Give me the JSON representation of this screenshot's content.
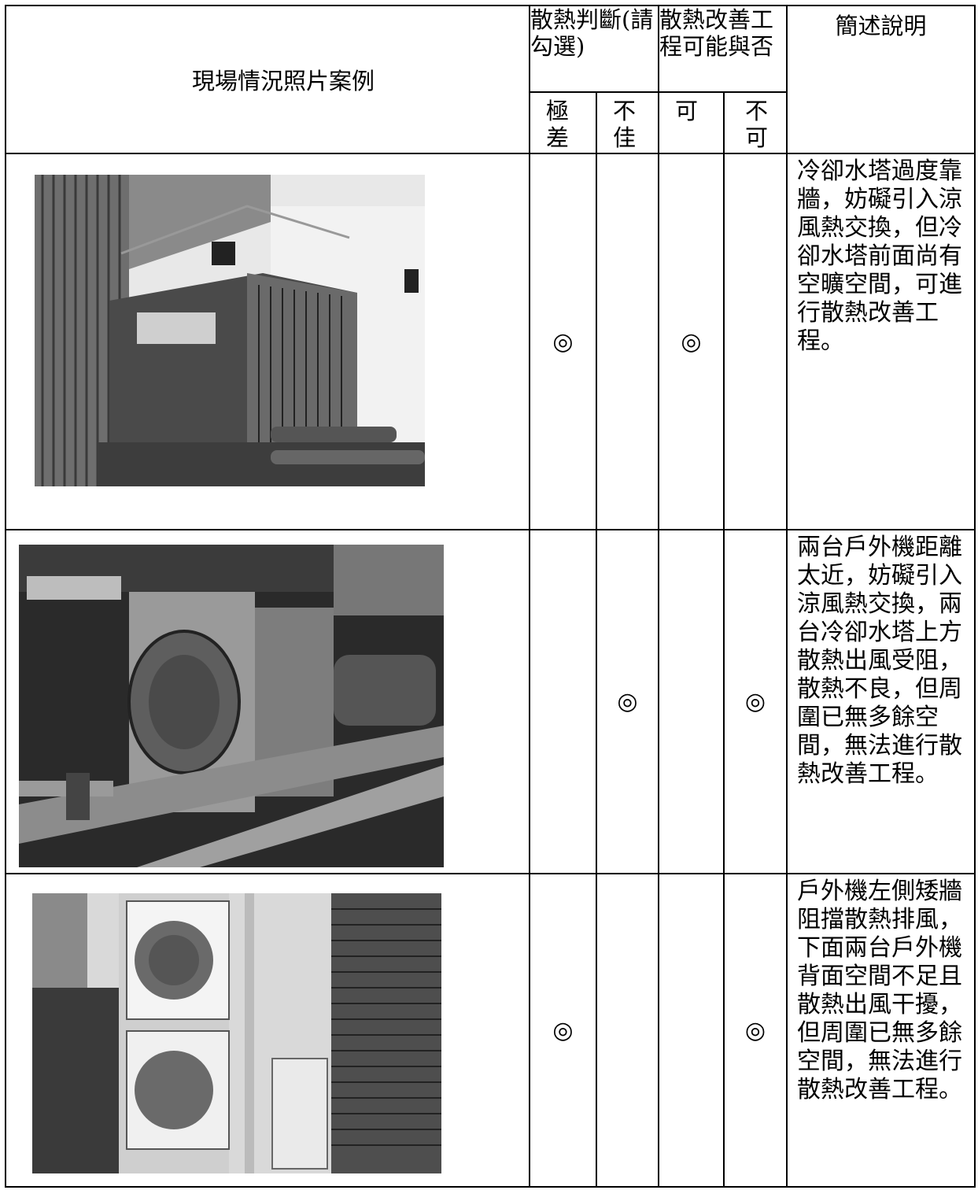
{
  "header": {
    "photo_col": "現場情況照片案例",
    "heat_judgment": "散熱判斷(請勾選)",
    "improve_possible": "散熱改善工程可能與否",
    "description": "簡述說明",
    "very_poor": "極差",
    "poor": "不佳",
    "can": "可",
    "cannot": "不可"
  },
  "mark_symbol": "◎",
  "rows": [
    {
      "photo_icon": "cooling-tower-photo",
      "very_poor": "◎",
      "poor": "",
      "can": "◎",
      "cannot": "",
      "description": "冷卻水塔過度靠牆，妨礙引入涼風熱交換，但冷卻水塔前面尚有空曠空間，可進行散熱改善工程。"
    },
    {
      "photo_icon": "outdoor-units-pipes-photo",
      "very_poor": "",
      "poor": "◎",
      "can": "",
      "cannot": "◎",
      "description": "兩台戶外機距離太近，妨礙引入涼風熱交換，兩台冷卻水塔上方散熱出風受阻，散熱不良，但周圍已無多餘空間，無法進行散熱改善工程。"
    },
    {
      "photo_icon": "balcony-ac-units-photo",
      "very_poor": "◎",
      "poor": "",
      "can": "",
      "cannot": "◎",
      "description": "戶外機左側矮牆阻擋散熱排風，下面兩台戶外機背面空間不足且散熱出風干擾，但周圍已無多餘空間，無法進行散熱改善工程。"
    }
  ]
}
